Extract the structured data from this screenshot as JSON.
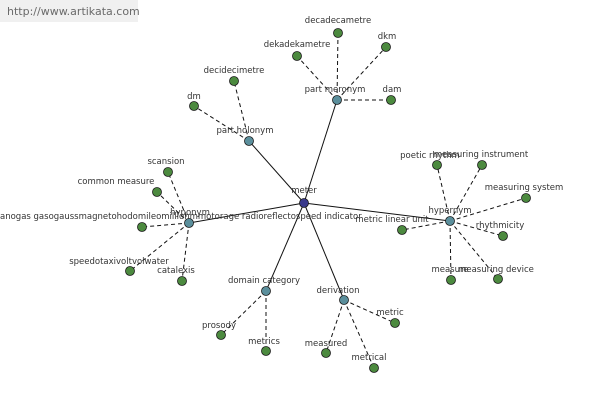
{
  "url": "http://www.artikata.com",
  "colors": {
    "root": "#3a3a8c",
    "category": "#5b8f9c",
    "leaf": "#4c8a3f",
    "edge": "#111111"
  },
  "graph": {
    "root": {
      "id": "meter",
      "label": "meter"
    },
    "categories": [
      {
        "id": "part-meronym",
        "label": "part meronym",
        "leaves": [
          "decadecametre",
          "dekadekametre",
          "dkm",
          "dam"
        ]
      },
      {
        "id": "part-holonym",
        "label": "part holonym",
        "leaves": [
          "decidecimetre",
          "dm"
        ]
      },
      {
        "id": "hyponym",
        "label": "hyponym",
        "leaves": [
          "scansion",
          "common measure",
          "anogas gasogaussmagnetohodomileomilliohmmotorage radioreflectospeed indicator",
          "speedotaxivoltvolwater",
          "catalexis"
        ]
      },
      {
        "id": "hypernym",
        "label": "hypernym",
        "leaves": [
          "poetic rhythm",
          "measuring instrument",
          "measuring system",
          "rhythmicity",
          "measuring device",
          "measure",
          "metric linear unit"
        ]
      },
      {
        "id": "domain-category",
        "label": "domain category",
        "leaves": [
          "prosody",
          "metrics"
        ]
      },
      {
        "id": "derivation",
        "label": "derivation",
        "leaves": [
          "measured",
          "metrical",
          "metric"
        ]
      }
    ]
  }
}
